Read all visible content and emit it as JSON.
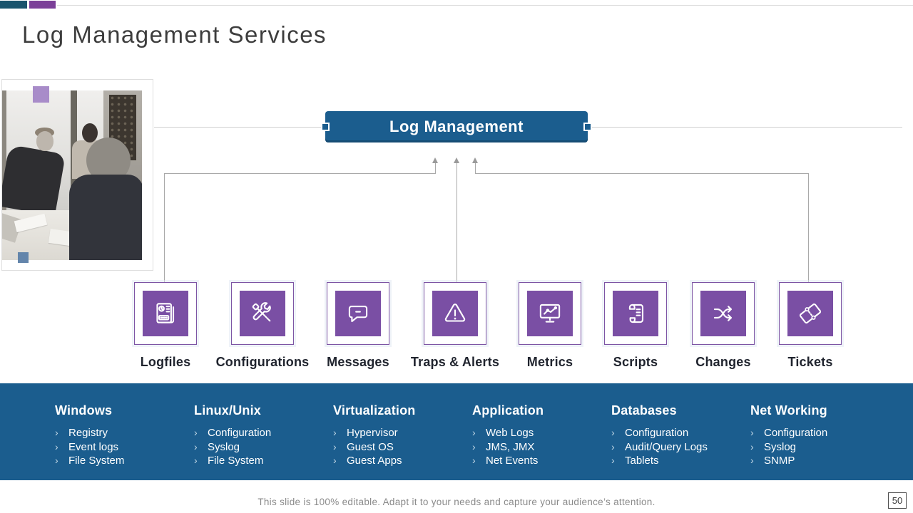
{
  "slide": {
    "title": "Log Management Services",
    "footer_note": "This slide is 100% editable. Adapt it to your needs and capture your audience’s attention.",
    "page_number": "50"
  },
  "colors": {
    "teal_accent": "#1a546d",
    "purple_accent": "#7b3f98",
    "primary_blue": "#1b5d8e",
    "icon_purple": "#7a4fa4",
    "deco_purple": "#a88cc9"
  },
  "diagram": {
    "root_label": "Log Management",
    "nodes": [
      {
        "label": "Logfiles",
        "icon": "logfile-report-icon"
      },
      {
        "label": "Configurations",
        "icon": "crossed-tools-icon"
      },
      {
        "label": "Messages",
        "icon": "speech-bubble-icon"
      },
      {
        "label": "Traps & Alerts",
        "icon": "warning-triangle-icon"
      },
      {
        "label": "Metrics",
        "icon": "monitor-chart-icon"
      },
      {
        "label": "Scripts",
        "icon": "scroll-icon"
      },
      {
        "label": "Changes",
        "icon": "shuffle-arrows-icon"
      },
      {
        "label": "Tickets",
        "icon": "ticket-icon"
      }
    ]
  },
  "band": {
    "bullet_char": "›",
    "columns": [
      {
        "title": "Windows",
        "items": [
          "Registry",
          "Event logs",
          "File System"
        ]
      },
      {
        "title": "Linux/Unix",
        "items": [
          "Configuration",
          "Syslog",
          "File System"
        ]
      },
      {
        "title": "Virtualization",
        "items": [
          "Hypervisor",
          "Guest OS",
          "Guest Apps"
        ]
      },
      {
        "title": "Application",
        "items": [
          "Web Logs",
          "JMS, JMX",
          "Net Events"
        ]
      },
      {
        "title": "Databases",
        "items": [
          "Configuration",
          "Audit/Query Logs",
          "Tablets"
        ]
      },
      {
        "title": "Net Working",
        "items": [
          "Configuration",
          "Syslog",
          "SNMP"
        ]
      }
    ]
  }
}
